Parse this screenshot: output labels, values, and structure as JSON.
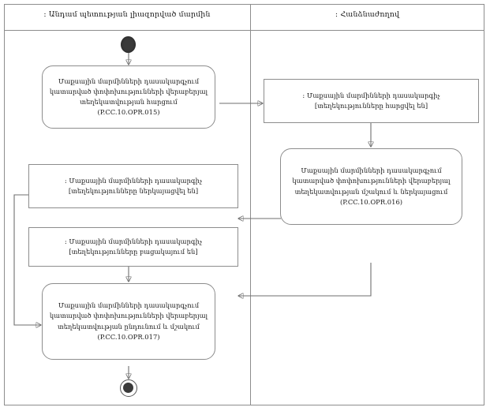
{
  "diagram": {
    "title": "UML Activity Diagram",
    "type": "uml-activity-swimlane",
    "line_color": "#6f6f6f",
    "border_color": "#8d8d8d",
    "node_fill": "#ffffff",
    "text_color": "#1a1a1a"
  },
  "lanes": [
    {
      "id": "lane-left",
      "title": ": Անդամ պետության լիազորված մարմին"
    },
    {
      "id": "lane-right",
      "title": ": Հանձնաժողով"
    }
  ],
  "nodes": {
    "initial": {
      "name": "initial-node",
      "label": ""
    },
    "opr015": {
      "kind": "action",
      "lane": "lane-left",
      "label": "Մաքսային մարմինների դասակարգչում կատարված փոփոխությունների վերաբերյալ տեղեկատվության հարցում (P.CC.10.OPR.015)"
    },
    "obj_requested": {
      "kind": "object",
      "lane": "lane-right",
      "label": ": Մաքսային մարմինների դասակարգիչ [տեղեկությունները հարցվել են]"
    },
    "opr016": {
      "kind": "action",
      "lane": "lane-right",
      "label": "Մաքսային մարմինների դասակարգչում կատարված փոփոխությունների վերաբերյալ տեղեկատվության մշակում և ներկայացում (P.CC.10.OPR.016)"
    },
    "obj_presented": {
      "kind": "object",
      "lane": "lane-left",
      "label": ": Մաքսային մարմինների դասակարգիչ [տեղեկությունները ներկայացվել են]"
    },
    "obj_absent": {
      "kind": "object",
      "lane": "lane-left",
      "label": ": Մաքսային մարմինների դասակարգիչ [տեղեկությունները բացակայում են]"
    },
    "opr017": {
      "kind": "action",
      "lane": "lane-left",
      "label": "Մաքսային մարմինների դասակարգչում կատարված փոփոխությունների վերաբերյալ տեղեկատվության ընդունում և մշակում (P.CC.10.OPR.017)"
    },
    "final": {
      "name": "final-node",
      "label": ""
    }
  },
  "edges": [
    {
      "from": "initial",
      "to": "opr015"
    },
    {
      "from": "opr015",
      "to": "obj_requested"
    },
    {
      "from": "obj_requested",
      "to": "opr016"
    },
    {
      "from": "opr016",
      "to": "obj_presented"
    },
    {
      "from": "opr016",
      "to": "obj_absent"
    },
    {
      "from": "obj_presented",
      "to": "opr017"
    },
    {
      "from": "obj_absent",
      "to": "opr017"
    },
    {
      "from": "opr017",
      "to": "final"
    }
  ]
}
